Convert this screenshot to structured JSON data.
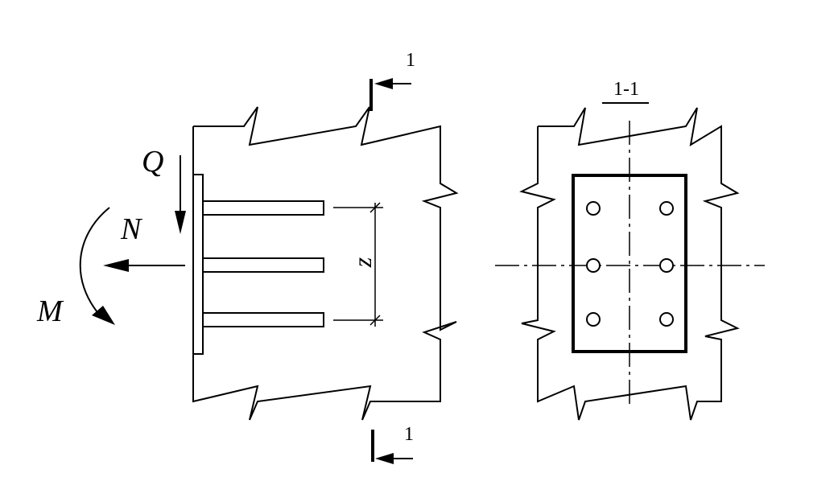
{
  "labels": {
    "section_mark": "1",
    "section_title": "1-1",
    "shear": "Q",
    "axial": "N",
    "moment": "M",
    "lever_arm": "z"
  }
}
